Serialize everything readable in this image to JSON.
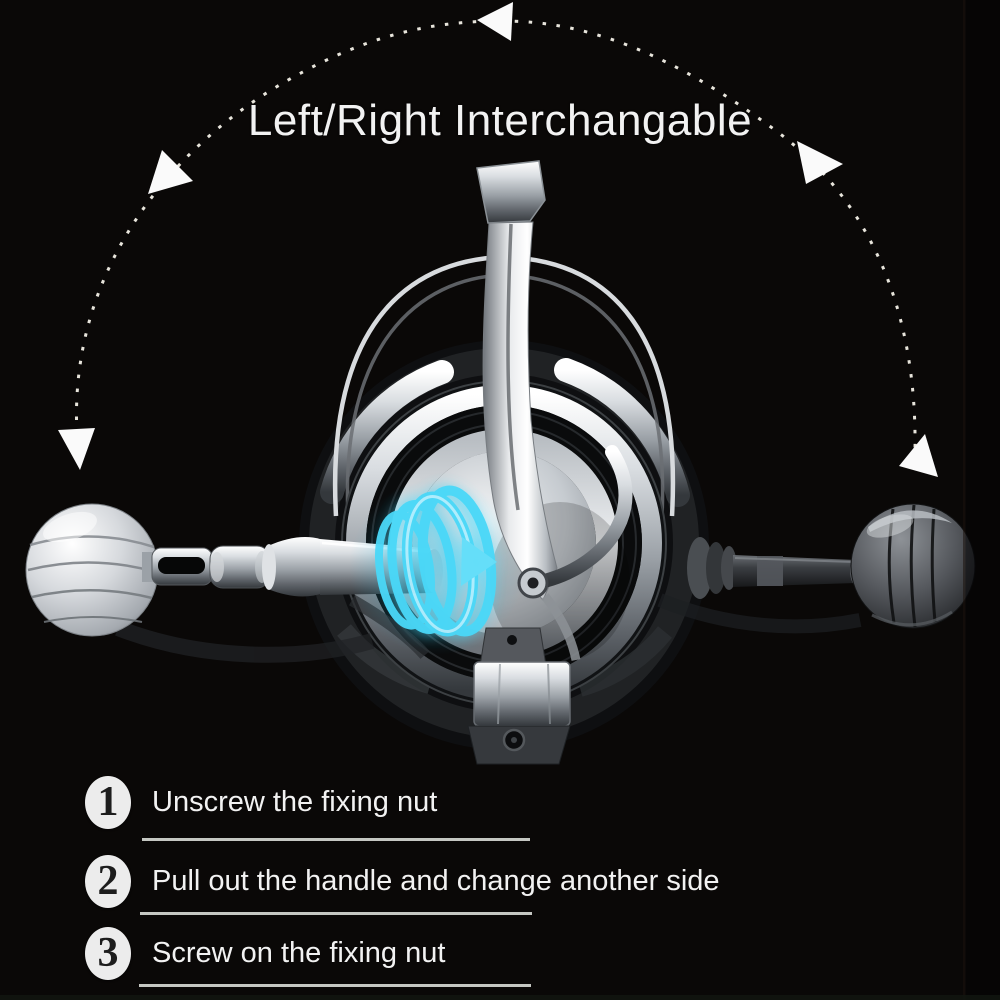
{
  "title": "Left/Right Interchangable",
  "steps": [
    {
      "number": "1",
      "text": "Unscrew the fixing nut"
    },
    {
      "number": "2",
      "text": "Pull out the handle and change another side"
    },
    {
      "number": "3",
      "text": "Screw on the fixing nut"
    }
  ],
  "graphics": {
    "product": "spinning-fishing-reel",
    "rotation_arc": "dashed arc over the reel from lower-left to lower-right",
    "arrows": [
      {
        "name": "arrowhead-top",
        "direction": "left"
      },
      {
        "name": "arrowhead-upper-left",
        "direction": "down-right"
      },
      {
        "name": "arrowhead-upper-right",
        "direction": "down-right"
      },
      {
        "name": "arrowhead-lower-left",
        "direction": "down"
      },
      {
        "name": "arrowhead-lower-right",
        "direction": "down"
      }
    ],
    "highlight": "cyan unscrew-rotation spiral with arrow on handle axle"
  },
  "colors": {
    "background": "#0a0807",
    "text": "#f2f2f2",
    "divider": "#d6d8d2",
    "accent_glow": "#4ad8f8",
    "arrow": "#fafafa",
    "arc_dots": "#e8e5dc"
  }
}
